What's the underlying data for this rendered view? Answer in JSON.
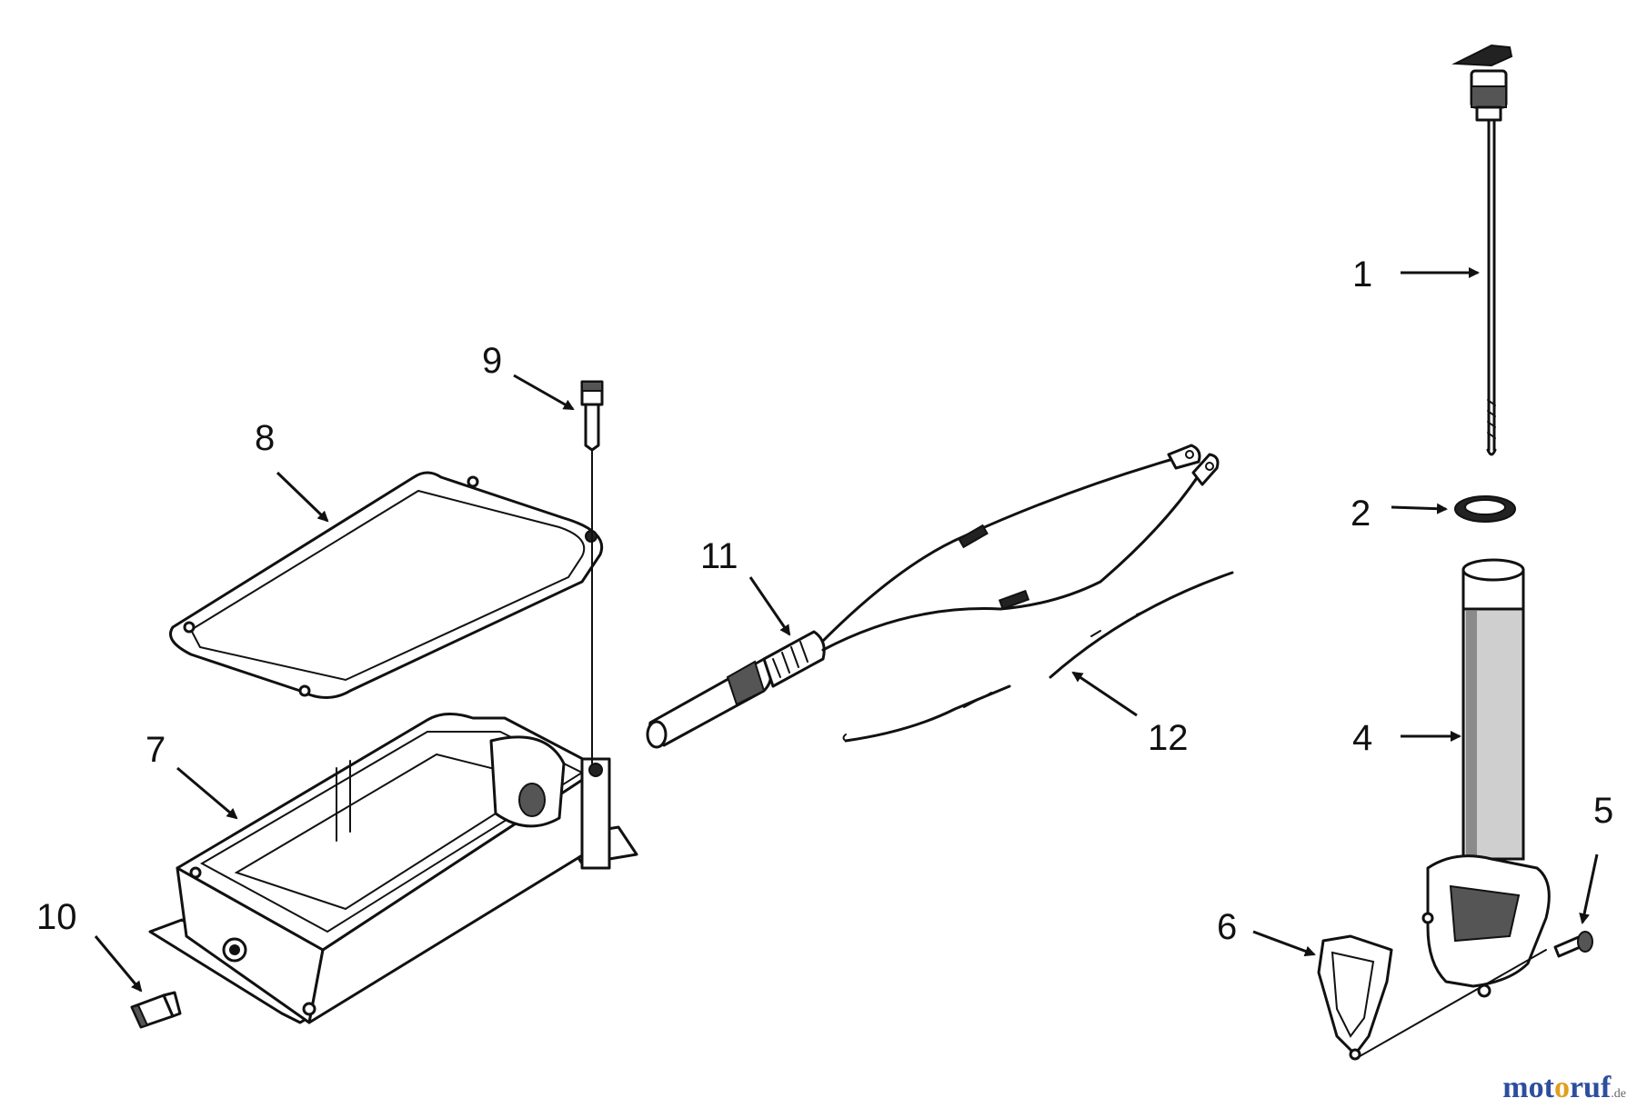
{
  "callouts": {
    "c1": "1",
    "c2": "2",
    "c4": "4",
    "c5": "5",
    "c6": "6",
    "c7": "7",
    "c8": "8",
    "c9": "9",
    "c10": "10",
    "c11": "11",
    "c12": "12"
  },
  "watermark": {
    "text_mot": "mot",
    "text_o": "o",
    "text_ruf": "ruf",
    "suffix": ".de",
    "colors": {
      "mot": "#2d4e9e",
      "o": "#e0a020",
      "ruf": "#2d4e9e"
    }
  }
}
